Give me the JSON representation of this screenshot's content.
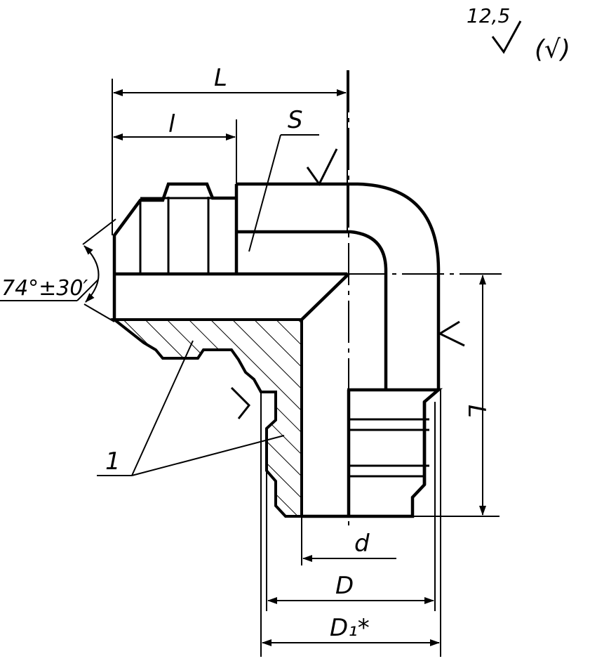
{
  "roughness": {
    "value": "12,5",
    "rest_symbol": "(√)"
  },
  "dimensions": {
    "overall_length_top": "L",
    "thread_length": "l",
    "wrench_size": "S",
    "overall_length_side": "L",
    "cone_angle": "74°±30′",
    "bore_diameter": "d",
    "thread_diameter": "D",
    "outer_diameter": "D₁*"
  },
  "callout": {
    "part_number": "1"
  }
}
